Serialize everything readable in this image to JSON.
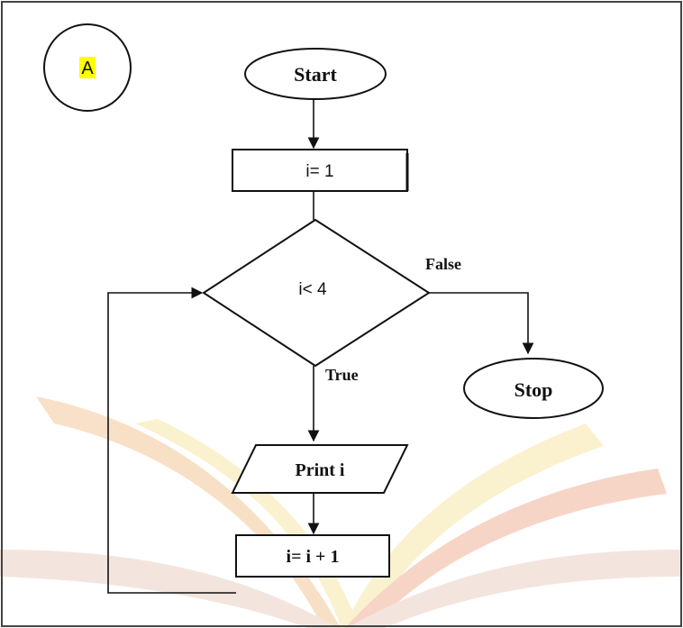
{
  "badge": {
    "label": "A",
    "highlight_color": "#ffff00"
  },
  "nodes": {
    "start": "Start",
    "init": "i= 1",
    "condition": "i< 4",
    "print": "Print i",
    "increment": "i= i + 1",
    "stop": "Stop"
  },
  "edges": {
    "true_label": "True",
    "false_label": "False"
  },
  "watermark": {
    "colors": [
      "#f3c89a",
      "#f7e6a8",
      "#ead0c2",
      "#f0b39a"
    ]
  }
}
